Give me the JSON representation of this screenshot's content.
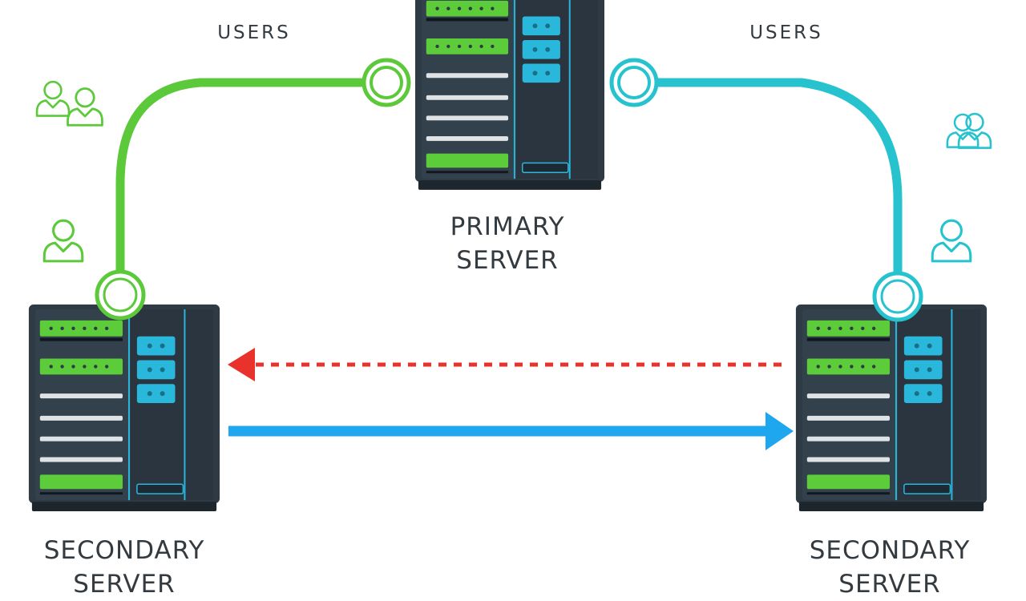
{
  "labels": {
    "users_left": "USERS",
    "users_right": "USERS",
    "primary": [
      "PRIMARY",
      "SERVER"
    ],
    "secondary_left": [
      "SECONDARY",
      "SERVER"
    ],
    "secondary_right": [
      "SECONDARY",
      "SERVER"
    ]
  },
  "icons": {
    "server": "server-rack-icon",
    "user": "user-icon",
    "user_group": "user-group-icon",
    "connector": "connection-node-icon",
    "arrow": "arrow-head-icon"
  },
  "colors": {
    "green_link": "#5cc93a",
    "teal_link": "#26c3cf",
    "dotted_arrow": "#e8322b",
    "solid_arrow": "#1ea7ee",
    "server_body": "#2e3a44",
    "server_panel": "#33414d",
    "bay_green": "#5dcc3a",
    "bay_gray": "#dfe3e6",
    "button_cyan": "#29b8dc",
    "label_text": "#333a40"
  }
}
